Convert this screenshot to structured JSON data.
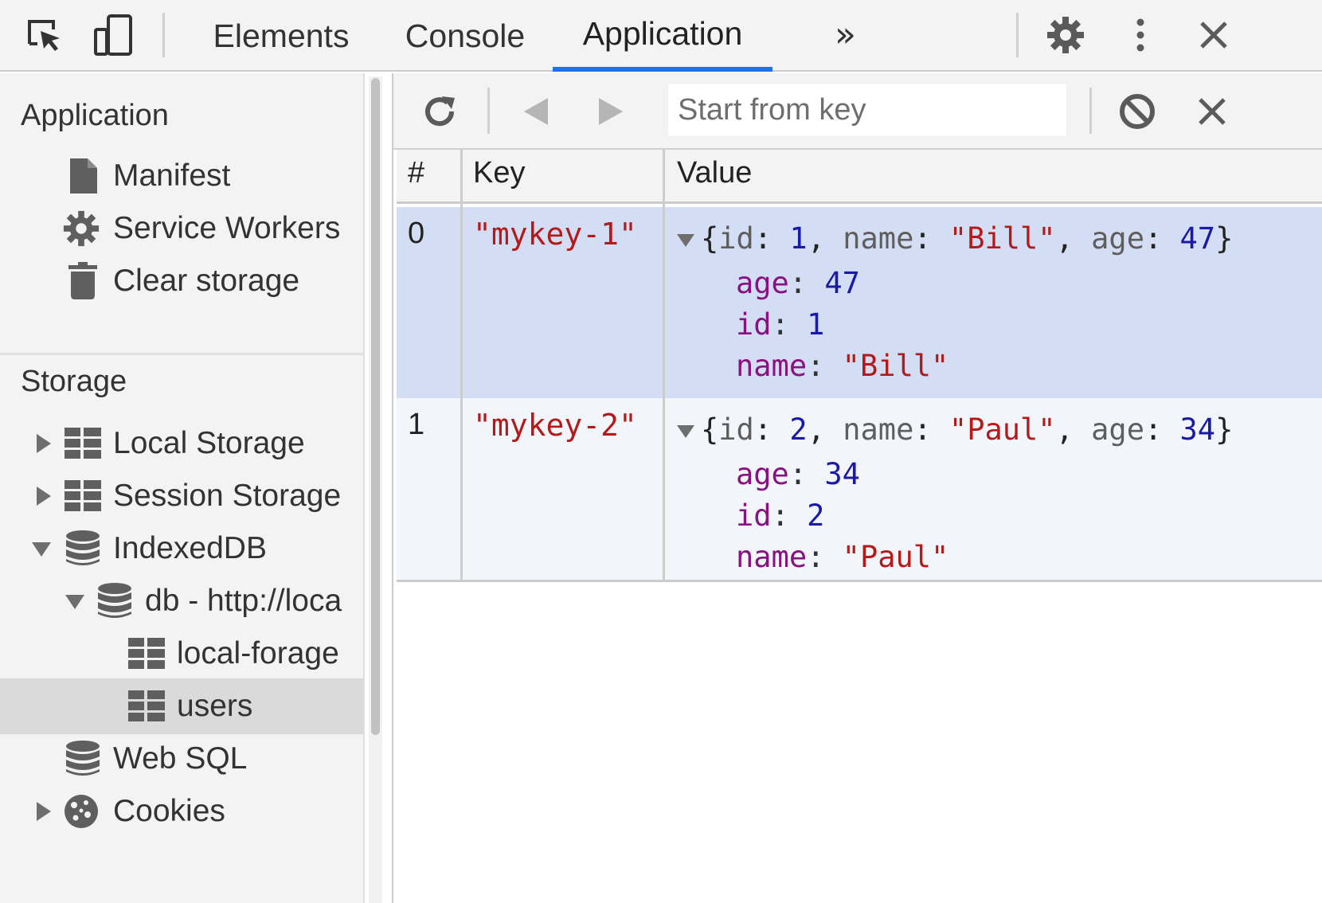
{
  "topbar": {
    "tabs": [
      {
        "label": "Elements"
      },
      {
        "label": "Console"
      },
      {
        "label": "Application"
      }
    ],
    "more_label": "»",
    "icons": {
      "inspect": "inspect-element-icon",
      "device": "device-toolbar-icon",
      "settings": "gear-icon",
      "menu": "kebab-menu-icon",
      "close": "close-icon"
    },
    "active_tab": "Application",
    "accent_color": "#1a73e8"
  },
  "sidebar": {
    "application_section": "Application",
    "application_items": [
      {
        "label": "Manifest",
        "icon": "document-icon"
      },
      {
        "label": "Service Workers",
        "icon": "gear-icon"
      },
      {
        "label": "Clear storage",
        "icon": "trash-icon"
      }
    ],
    "storage_section": "Storage",
    "storage_items": [
      {
        "label": "Local Storage",
        "icon": "grid-icon"
      },
      {
        "label": "Session Storage",
        "icon": "grid-icon"
      },
      {
        "label": "IndexedDB",
        "icon": "database-icon"
      },
      {
        "label": "db - http://loca",
        "icon": "database-icon"
      },
      {
        "label": "local-forage",
        "icon": "grid-icon"
      },
      {
        "label": "users",
        "icon": "grid-icon"
      },
      {
        "label": "Web SQL",
        "icon": "database-icon"
      },
      {
        "label": "Cookies",
        "icon": "cookie-icon"
      }
    ],
    "selected_item": "users"
  },
  "toolbar": {
    "search_placeholder": "Start from key",
    "icons": {
      "refresh": "refresh-icon",
      "prev": "previous-page-icon",
      "next": "next-page-icon",
      "clear_all": "clear-object-store-icon",
      "delete": "delete-selected-icon"
    }
  },
  "table": {
    "headers": {
      "index": "#",
      "key": "Key",
      "value": "Value"
    },
    "rows": [
      {
        "index": "0",
        "key": "\"mykey-1\"",
        "summary": {
          "id": "1",
          "name": "\"Bill\"",
          "age": "47"
        },
        "props": [
          {
            "name": "age",
            "value": "47",
            "type": "num"
          },
          {
            "name": "id",
            "value": "1",
            "type": "num"
          },
          {
            "name": "name",
            "value": "\"Bill\"",
            "type": "str"
          }
        ]
      },
      {
        "index": "1",
        "key": "\"mykey-2\"",
        "summary": {
          "id": "2",
          "name": "\"Paul\"",
          "age": "34"
        },
        "props": [
          {
            "name": "age",
            "value": "34",
            "type": "num"
          },
          {
            "name": "id",
            "value": "2",
            "type": "num"
          },
          {
            "name": "name",
            "value": "\"Paul\"",
            "type": "str"
          }
        ]
      }
    ],
    "selected_row": "0"
  }
}
